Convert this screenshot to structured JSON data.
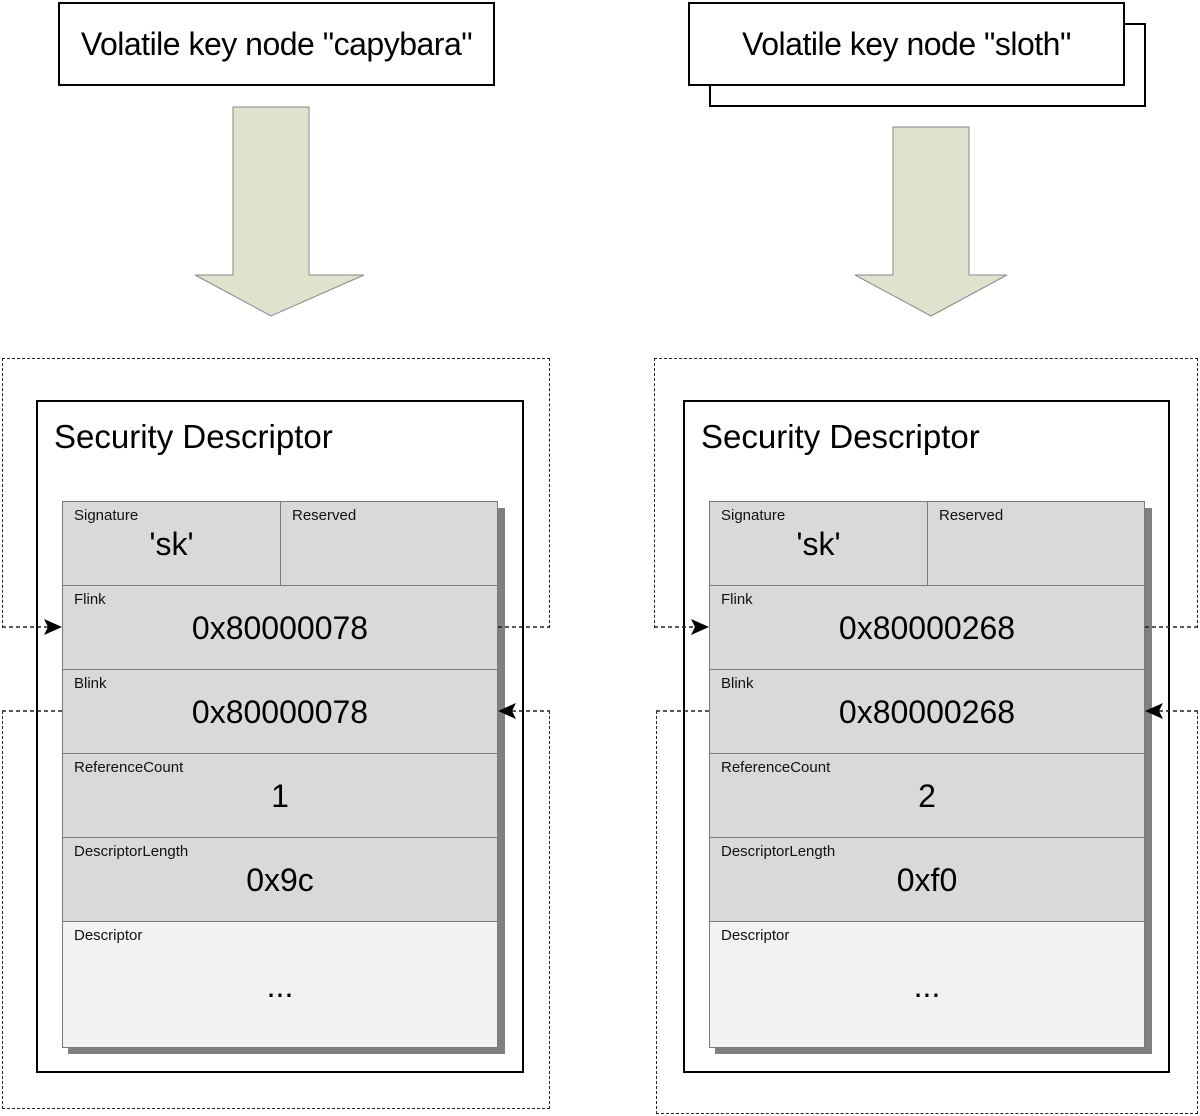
{
  "left": {
    "key_node_label": "Volatile key node \"capybara\"",
    "title": "Security Descriptor",
    "fields": {
      "signature": {
        "label": "Signature",
        "value": "'sk'"
      },
      "reserved": {
        "label": "Reserved",
        "value": ""
      },
      "flink": {
        "label": "Flink",
        "value": "0x80000078"
      },
      "blink": {
        "label": "Blink",
        "value": "0x80000078"
      },
      "reference_count": {
        "label": "ReferenceCount",
        "value": "1"
      },
      "descriptor_length": {
        "label": "DescriptorLength",
        "value": "0x9c"
      },
      "descriptor": {
        "label": "Descriptor",
        "value": "..."
      }
    }
  },
  "right": {
    "key_node_label": "Volatile key node \"sloth\"",
    "title": "Security Descriptor",
    "fields": {
      "signature": {
        "label": "Signature",
        "value": "'sk'"
      },
      "reserved": {
        "label": "Reserved",
        "value": ""
      },
      "flink": {
        "label": "Flink",
        "value": "0x80000268"
      },
      "blink": {
        "label": "Blink",
        "value": "0x80000268"
      },
      "reference_count": {
        "label": "ReferenceCount",
        "value": "2"
      },
      "descriptor_length": {
        "label": "DescriptorLength",
        "value": "0xf0"
      },
      "descriptor": {
        "label": "Descriptor",
        "value": "..."
      }
    }
  },
  "colors": {
    "block_arrow_fill": "#dde3cc",
    "cell_fill": "#d9d9d9",
    "descriptor_cell_fill": "#f2f2f2",
    "shadow": "#808080"
  }
}
